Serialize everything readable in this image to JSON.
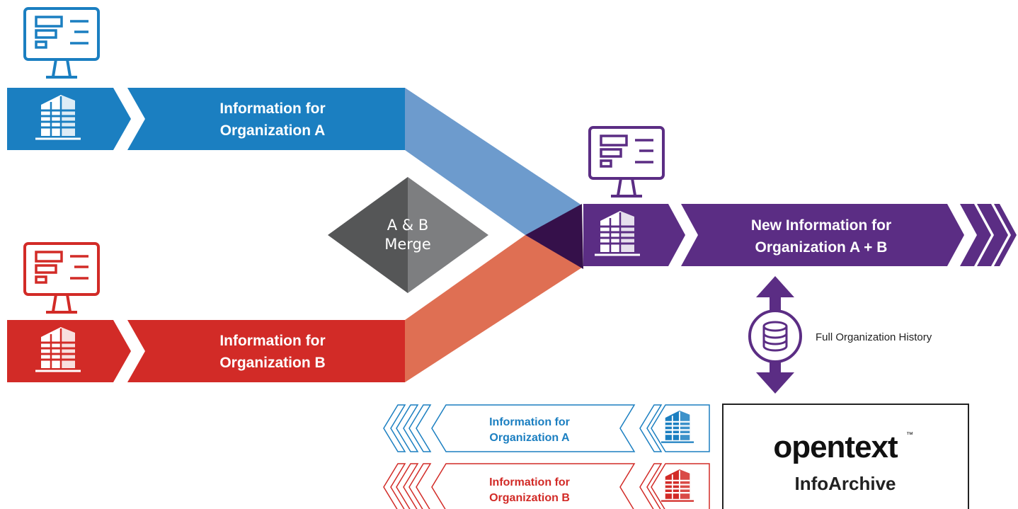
{
  "colors": {
    "org_a": "#1b7fc1",
    "org_a_light": "#6d9bcd",
    "org_b": "#d22b27",
    "org_b_light": "#df6f53",
    "merged": "#5b2d84",
    "merge_point": "#35104a",
    "merge_diamond_dark": "#555657",
    "merge_diamond_light": "#7d7e80"
  },
  "org_a": {
    "title_line1": "Information for",
    "title_line2": "Organization A",
    "computer_icon": "monitor-app-icon",
    "building_icon": "building-icon"
  },
  "org_b": {
    "title_line1": "Information for",
    "title_line2": "Organization B",
    "computer_icon": "monitor-app-icon",
    "building_icon": "building-icon"
  },
  "merge": {
    "line1": "A & B",
    "line2": "Merge"
  },
  "merged": {
    "title_line1": "New Information for",
    "title_line2": "Organization A + B",
    "computer_icon": "monitor-app-icon",
    "building_icon": "building-icon"
  },
  "history": {
    "label": "Full Organization History",
    "icon": "database-icon"
  },
  "archive_a": {
    "title_line1": "Information for",
    "title_line2": "Organization A"
  },
  "archive_b": {
    "title_line1": "Information for",
    "title_line2": "Organization B"
  },
  "product": {
    "brand": "opentext",
    "trademark": "™",
    "name": "InfoArchive"
  }
}
